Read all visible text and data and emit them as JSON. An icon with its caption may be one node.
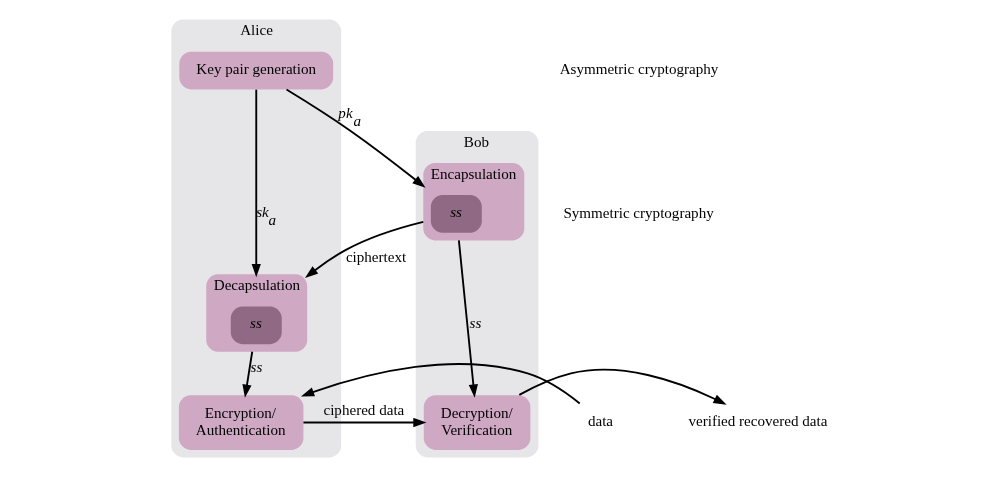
{
  "diagram": {
    "nodes": [
      {
        "text": [
          "Alice"
        ]
      },
      {
        "text": [
          "Key pair generation"
        ],
        "in": 0
      },
      {
        "text": [
          "Decapsulation"
        ],
        "in": 0
      },
      {
        "text": [
          "*ss*"
        ],
        "in": 2
      },
      {
        "text": [
          "Encryption/ Authentication"
        ],
        "in": 0
      },
      {
        "text": [
          "Bob"
        ]
      },
      {
        "text": [
          "Encapsulation"
        ],
        "in": 5
      },
      {
        "text": [
          "*ss*"
        ],
        "in": 6
      },
      {
        "text": [
          "Decryption/ Verification"
        ],
        "in": 5
      },
      {
        "text": [
          "data"
        ]
      },
      {
        "text": [
          "verified recovered data"
        ]
      }
    ],
    "edges": [
      {
        "from": 1,
        "to": 6,
        "arrow": "to",
        "label": "*pk*$_{a}$"
      },
      {
        "from": 1,
        "to": 2,
        "arrow": "to",
        "label": "*sk*$_{a}$"
      },
      {
        "from": 6,
        "to": 2,
        "arrow": "to",
        "label": "ciphertext"
      },
      {
        "from": 2,
        "to": 4,
        "arrow": "to",
        "label": "*ss*"
      },
      {
        "from": 6,
        "to": 8,
        "arrow": "to",
        "label": "*ss*"
      },
      {
        "from": 9,
        "to": 4,
        "arrow": "to"
      },
      {
        "from": 4,
        "to": 8,
        "arrow": "to",
        "label": "ciphered data"
      },
      {
        "from": 8,
        "to": 10,
        "arrow": "to"
      }
    ],
    "labels": [
      "Asymmetric cryptography",
      "Symmetric cryptography"
    ]
  }
}
